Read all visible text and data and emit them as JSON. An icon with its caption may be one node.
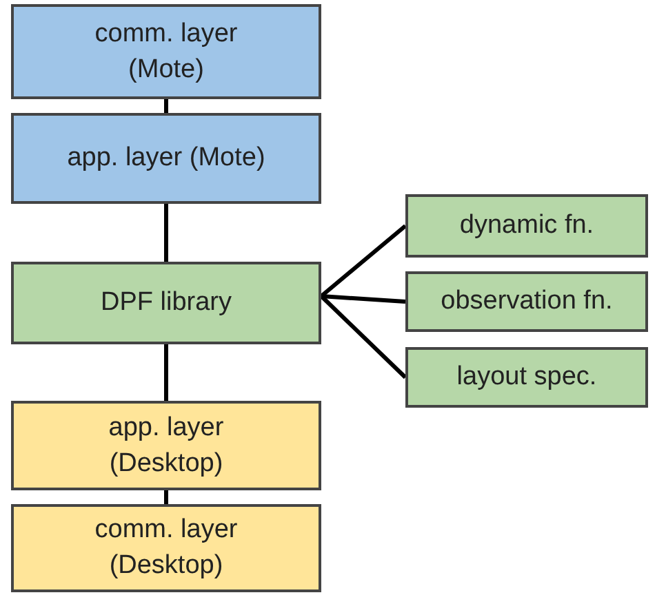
{
  "diagram": {
    "nodes": [
      {
        "text": [
          "comm. layer (Mote)"
        ]
      },
      {
        "text": [
          "app. layer (Mote)"
        ]
      },
      {
        "text": [
          "DPF library"
        ]
      },
      {
        "text": [
          "dynamic fn."
        ]
      },
      {
        "text": [
          "observation fn."
        ]
      },
      {
        "text": [
          "layout spec."
        ]
      },
      {
        "text": [
          "app. layer (Desktop)"
        ]
      },
      {
        "text": [
          "comm. layer (Desktop)"
        ]
      }
    ],
    "edges": [
      {
        "from": 0,
        "to": 1,
        "arrow": "none"
      },
      {
        "from": 1,
        "to": 2,
        "arrow": "none"
      },
      {
        "from": 2,
        "to": 3,
        "arrow": "none"
      },
      {
        "from": 2,
        "to": 4,
        "arrow": "none"
      },
      {
        "from": 2,
        "to": 5,
        "arrow": "none"
      },
      {
        "from": 2,
        "to": 6,
        "arrow": "none"
      },
      {
        "from": 6,
        "to": 7,
        "arrow": "none"
      }
    ]
  }
}
